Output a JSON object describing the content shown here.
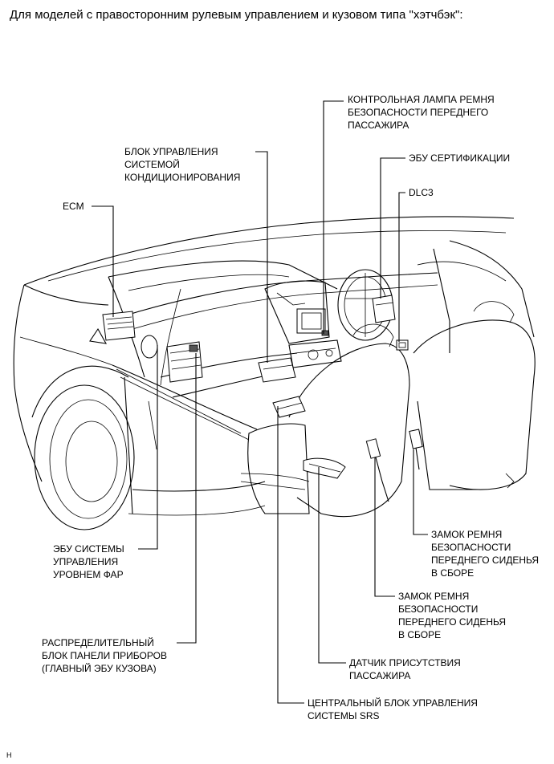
{
  "heading": "Для моделей с правосторонним рулевым управлением и кузовом типа \"хэтчбэк\":",
  "labels": {
    "passenger_belt_lamp": [
      "КОНТРОЛЬНАЯ ЛАМПА РЕМНЯ",
      "БЕЗОПАСНОСТИ ПЕРЕДНЕГО",
      "ПАССАЖИРА"
    ],
    "ac_control_unit": [
      "БЛОК УПРАВЛЕНИЯ",
      "СИСТЕМОЙ",
      "КОНДИЦИОНИРОВАНИЯ"
    ],
    "certification_ecu": [
      "ЭБУ СЕРТИФИКАЦИИ"
    ],
    "ecm": [
      "ECM"
    ],
    "dlc3": [
      "DLC3"
    ],
    "headlight_leveling_ecu": [
      "ЭБУ СИСТЕМЫ",
      "УПРАВЛЕНИЯ",
      "УРОВНЕМ ФАР"
    ],
    "front_seat_buckle_outer": [
      "ЗАМОК РЕМНЯ",
      "БЕЗОПАСНОСТИ",
      "ПЕРЕДНЕГО СИДЕНЬЯ",
      "В СБОРЕ"
    ],
    "front_seat_buckle_inner": [
      "ЗАМОК РЕМНЯ",
      "БЕЗОПАСНОСТИ",
      "ПЕРЕДНЕГО СИДЕНЬЯ",
      "В СБОРЕ"
    ],
    "instrument_panel_junction_block": [
      "РАСПРЕДЕЛИТЕЛЬНЫЙ",
      "БЛОК ПАНЕЛИ ПРИБОРОВ",
      "(ГЛАВНЫЙ ЭБУ КУЗОВА)"
    ],
    "occupant_sensor": [
      "ДАТЧИК ПРИСУТСТВИЯ",
      "ПАССАЖИРА"
    ],
    "srs_center_unit": [
      "ЦЕНТРАЛЬНЫЙ БЛОК УПРАВЛЕНИЯ",
      "СИСТЕМЫ SRS"
    ]
  },
  "figure_code": "H"
}
